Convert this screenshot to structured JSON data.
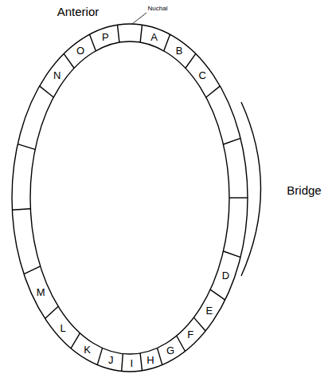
{
  "diagram": {
    "labels": [
      "Anterior",
      "Nuchal",
      "A",
      "B",
      "C",
      "D",
      "E",
      "F",
      "G",
      "H",
      "I",
      "J",
      "K",
      "L",
      "M",
      "N",
      "O",
      "P",
      "Bridge"
    ]
  }
}
